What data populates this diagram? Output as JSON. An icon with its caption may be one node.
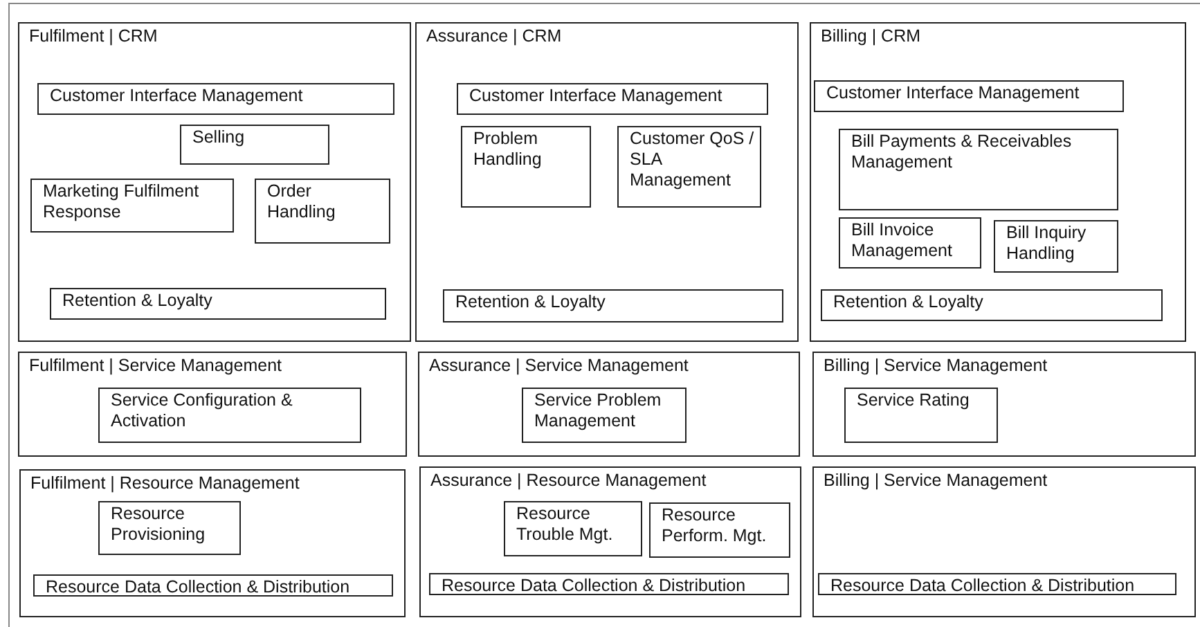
{
  "diagram": {
    "nodes": [
      {
        "text": [
          "Fulfilment | CRM"
        ]
      },
      {
        "text": [
          "Customer Interface Management"
        ],
        "in": 0
      },
      {
        "text": [
          "Selling"
        ],
        "in": 0
      },
      {
        "text": [
          "Marketing Fulfilment Response"
        ],
        "in": 0
      },
      {
        "text": [
          "Order Handling"
        ],
        "in": 0
      },
      {
        "text": [
          "Retention & Loyalty"
        ],
        "in": 0
      },
      {
        "text": [
          "Assurance | CRM"
        ]
      },
      {
        "text": [
          "Customer Interface Management"
        ],
        "in": 6
      },
      {
        "text": [
          "Problem Handling"
        ],
        "in": 6
      },
      {
        "text": [
          "Customer QoS / SLA Management"
        ],
        "in": 6
      },
      {
        "text": [
          "Retention & Loyalty"
        ],
        "in": 6
      },
      {
        "text": [
          "Billing | CRM"
        ]
      },
      {
        "text": [
          "Customer Interface Management"
        ],
        "in": 11
      },
      {
        "text": [
          "Bill Payments & Receivables Management"
        ],
        "in": 11
      },
      {
        "text": [
          "Bill Invoice Management"
        ],
        "in": 11
      },
      {
        "text": [
          "Bill Inquiry Handling"
        ],
        "in": 11
      },
      {
        "text": [
          "Retention & Loyalty"
        ],
        "in": 11
      },
      {
        "text": [
          "Fulfilment | Service Management"
        ]
      },
      {
        "text": [
          "Service Configuration & Activation"
        ],
        "in": 17
      },
      {
        "text": [
          "Assurance | Service Management"
        ]
      },
      {
        "text": [
          "Service Problem Management"
        ],
        "in": 19
      },
      {
        "text": [
          "Billing | Service Management"
        ]
      },
      {
        "text": [
          "Service Rating"
        ],
        "in": 21
      },
      {
        "text": [
          "Fulfilment | Resource Management"
        ]
      },
      {
        "text": [
          "Resource Provisioning"
        ],
        "in": 23
      },
      {
        "text": [
          "Resource Data Collection & Distribution"
        ],
        "in": 23
      },
      {
        "text": [
          "Assurance | Resource Management"
        ]
      },
      {
        "text": [
          "Resource Trouble Mgt."
        ],
        "in": 26
      },
      {
        "text": [
          "Resource Perform. Mgt."
        ],
        "in": 26
      },
      {
        "text": [
          "Resource Data Collection & Distribution"
        ],
        "in": 26
      },
      {
        "text": [
          "Billing | Service Management"
        ]
      },
      {
        "text": [
          "Resource Data Collection & Distribution"
        ],
        "in": 30
      }
    ]
  }
}
